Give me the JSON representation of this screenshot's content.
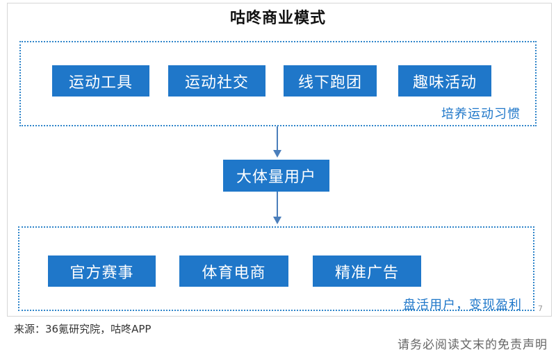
{
  "title": "咕咚商业模式",
  "top_group": {
    "items": [
      "运动工具",
      "运动社交",
      "线下跑团",
      "趣味活动"
    ],
    "note": "培养运动习惯"
  },
  "middle": {
    "label": "大体量用户"
  },
  "bottom_group": {
    "items": [
      "官方赛事",
      "体育电商",
      "精准广告"
    ],
    "note": "盘活用户，变现盈利"
  },
  "source": "来源：36氪研究院，咕咚APP",
  "page_number": "7",
  "watermark": "请务必阅读文末的免责声明",
  "colors": {
    "box": "#1f77c9",
    "border": "#2e84c9",
    "arrow": "#4a7ebb"
  }
}
